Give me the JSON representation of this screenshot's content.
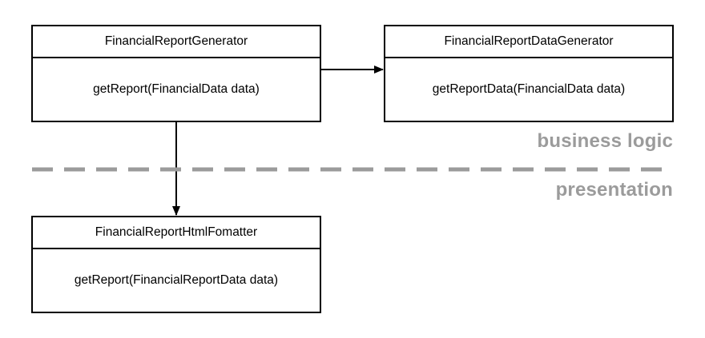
{
  "classes": [
    {
      "name": "FinancialReportGenerator",
      "method": "getReport(FinancialData data)"
    },
    {
      "name": "FinancialReportDataGenerator",
      "method": "getReportData(FinancialData data)"
    },
    {
      "name": "FinancialReportHtmlFomatter",
      "method": "getReport(FinancialReportData data)"
    }
  ],
  "layers": {
    "upper": "business logic",
    "lower": "presentation"
  },
  "colors": {
    "line": "#000000",
    "separator": "#9b9b9b",
    "layer_label": "#9b9b9b"
  }
}
